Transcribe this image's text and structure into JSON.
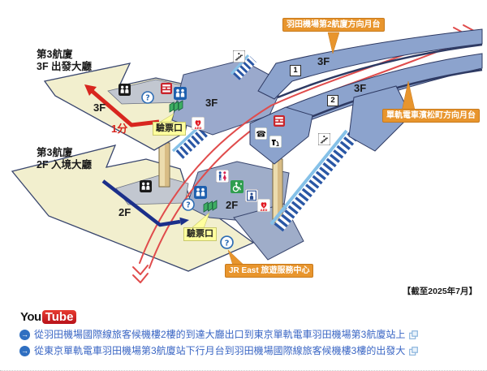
{
  "map": {
    "hall_3f_line1": "第3航廈",
    "hall_3f_line2": "3F 出發大廳",
    "hall_2f_line1": "第3航廈",
    "hall_2f_line2": "2F 入境大廳",
    "floor_3f": "3F",
    "floor_2f": "2F",
    "platform1_number": "1",
    "platform2_number": "2",
    "walk_time": "1分",
    "ticket_gate_label": "驗票口",
    "callout_terminal2_platform": "羽田機場第2航廈方向月台",
    "callout_hamamatsucho_platform": "單軌電車濱松町方向月台",
    "callout_jr_east": "JR East 旅遊服務中心",
    "as_of": "【截至2025年7月】",
    "icons": {
      "info": "?",
      "aed": "AED",
      "phone": "☎"
    }
  },
  "footer": {
    "youtube_you": "You",
    "youtube_tube": "Tube",
    "bullet": "→",
    "links": [
      {
        "text": "從羽田機場國際線旅客候機樓2樓的到達大廳出口到東京單軌電車羽田機場第3航廈站上"
      },
      {
        "text": "從東京單軌電車羽田機場第3航廈站下行月台到羽田機場國際線旅客候機樓3樓的出發大"
      }
    ]
  },
  "colors": {
    "hall": "#f2efce",
    "platform": "#8ca3cd",
    "track_red": "#e04c4c",
    "callout_orange": "#e8952d",
    "gate_label_yellow": "#ffff9e",
    "link_blue": "#3a66c4",
    "youtube_red": "#cc181e"
  }
}
